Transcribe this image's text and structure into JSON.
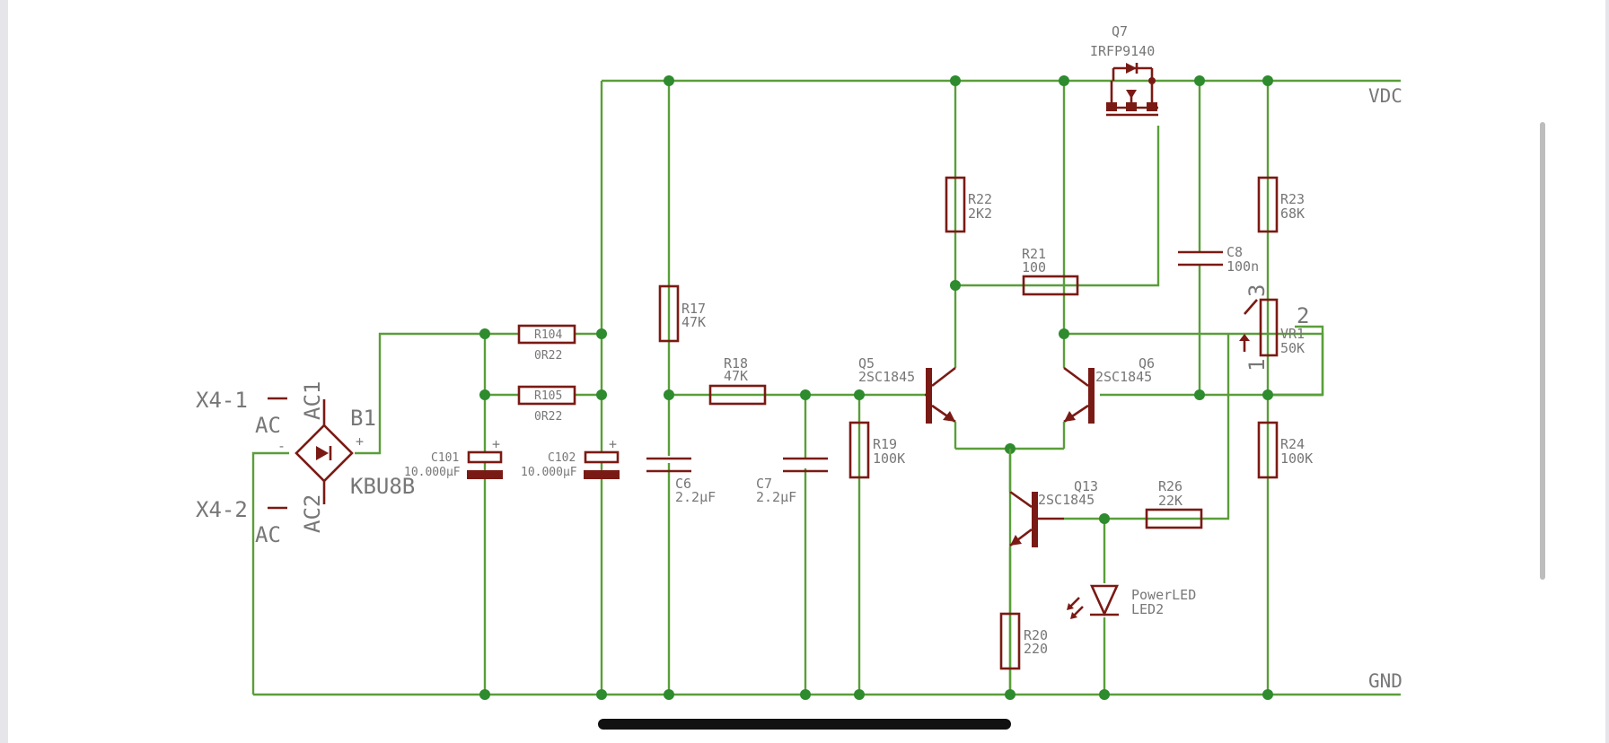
{
  "nets": {
    "vdc": "VDC",
    "gnd": "GND"
  },
  "connectors": {
    "x4_1": "X4-1",
    "x4_2": "X4-2",
    "ac1": "AC",
    "ac2": "AC"
  },
  "bridge": {
    "name": "B1",
    "value": "KBU8B",
    "pin1": "AC1",
    "pin2": "AC2",
    "plus": "+",
    "minus": "-"
  },
  "capacitors": {
    "c101": {
      "name": "C101",
      "value": "10.000µF"
    },
    "c102": {
      "name": "C102",
      "value": "10.000µF"
    },
    "c6": {
      "name": "C6",
      "value": "2.2µF"
    },
    "c7": {
      "name": "C7",
      "value": "2.2µF"
    },
    "c8": {
      "name": "C8",
      "value": "100n"
    }
  },
  "resistors": {
    "r104": {
      "name": "R104",
      "value": "0R22"
    },
    "r105": {
      "name": "R105",
      "value": "0R22"
    },
    "r17": {
      "name": "R17",
      "value": "47K"
    },
    "r18": {
      "name": "R18",
      "value": "47K"
    },
    "r19": {
      "name": "R19",
      "value": "100K"
    },
    "r20": {
      "name": "R20",
      "value": "220"
    },
    "r21": {
      "name": "R21",
      "value": "100"
    },
    "r22": {
      "name": "R22",
      "value": "2K2"
    },
    "r23": {
      "name": "R23",
      "value": "68K"
    },
    "r24": {
      "name": "R24",
      "value": "100K"
    },
    "r26": {
      "name": "R26",
      "value": "22K"
    }
  },
  "transistors": {
    "q5": {
      "name": "Q5",
      "value": "2SC1845"
    },
    "q6": {
      "name": "Q6",
      "value": "2SC1845"
    },
    "q13": {
      "name": "Q13",
      "value": "2SC1845"
    },
    "q7": {
      "name": "Q7",
      "value": "IRFP9140"
    }
  },
  "pot": {
    "name": "VR1",
    "value": "50K",
    "pin1": "1",
    "pin2": "2",
    "pin3": "3"
  },
  "led": {
    "name": "PowerLED",
    "ref": "LED2"
  },
  "plus_sign": "+"
}
